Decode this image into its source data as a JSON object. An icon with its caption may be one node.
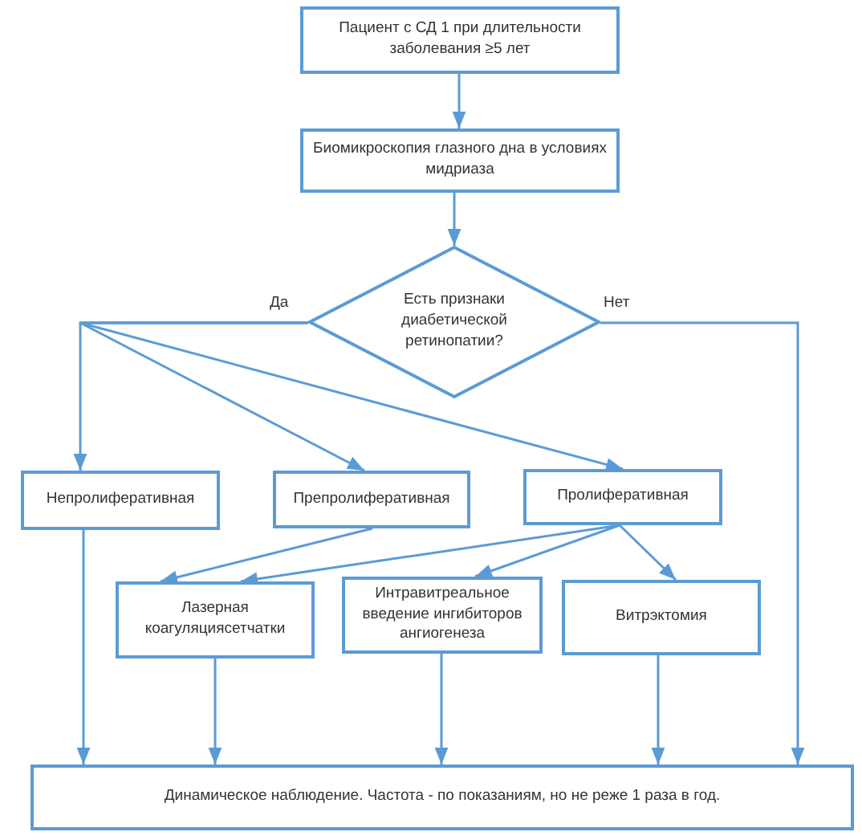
{
  "diagram": {
    "nodes": [
      {
        "text": [
          "Пациент с СД 1 при длительности заболевания ≥5 лет"
        ]
      },
      {
        "text": [
          "Биомикроскопия глазного дна в условиях мидриаза"
        ]
      },
      {
        "text": [
          "Есть признаки диабетической ретинопатии?"
        ]
      },
      {
        "text": [
          "Непролиферативная"
        ]
      },
      {
        "text": [
          "Препролиферативная"
        ]
      },
      {
        "text": [
          "Пролиферативная"
        ]
      },
      {
        "text": [
          "Лазерная коагуляциясетчатки"
        ]
      },
      {
        "text": [
          "Интравитреальное введение ингибиторов ангиогенеза"
        ]
      },
      {
        "text": [
          "Витрэктомия"
        ]
      },
      {
        "text": [
          "Динамическое наблюдение. Частота - по показаниям, но не реже 1 раза в год."
        ]
      }
    ],
    "edges": [
      {
        "from": 0,
        "to": 1,
        "arrow": "to"
      },
      {
        "from": 1,
        "to": 2,
        "arrow": "to"
      },
      {
        "from": 2,
        "to": 3,
        "arrow": "to",
        "label": "Да"
      },
      {
        "from": 2,
        "to": 4,
        "arrow": "to"
      },
      {
        "from": 2,
        "to": 5,
        "arrow": "to"
      },
      {
        "from": 2,
        "to": 9,
        "arrow": "to",
        "label": "Нет"
      },
      {
        "from": 4,
        "to": 6,
        "arrow": "to"
      },
      {
        "from": 5,
        "to": 6,
        "arrow": "to"
      },
      {
        "from": 5,
        "to": 7,
        "arrow": "to"
      },
      {
        "from": 5,
        "to": 8,
        "arrow": "to"
      },
      {
        "from": 3,
        "to": 9,
        "arrow": "to"
      },
      {
        "from": 6,
        "to": 9,
        "arrow": "to"
      },
      {
        "from": 7,
        "to": 9,
        "arrow": "to"
      },
      {
        "from": 8,
        "to": 9,
        "arrow": "to"
      }
    ]
  }
}
